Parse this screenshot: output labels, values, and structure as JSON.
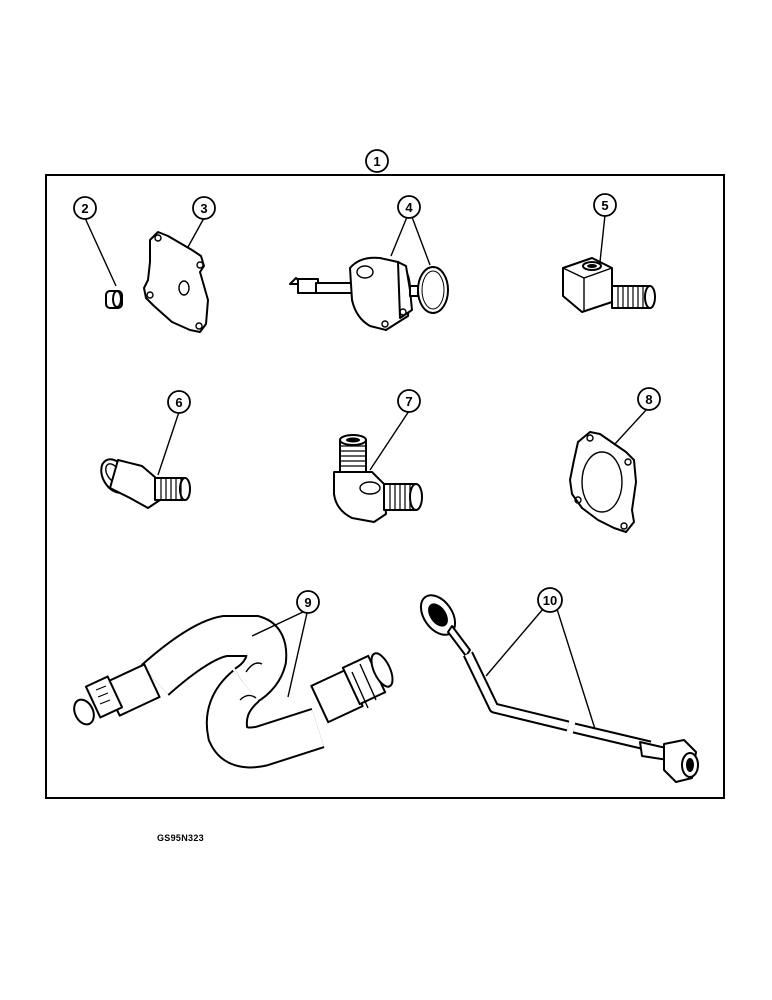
{
  "callouts": [
    {
      "id": "callout-1",
      "label": "1"
    },
    {
      "id": "callout-2",
      "label": "2"
    },
    {
      "id": "callout-3",
      "label": "3"
    },
    {
      "id": "callout-4",
      "label": "4"
    },
    {
      "id": "callout-5",
      "label": "5"
    },
    {
      "id": "callout-6",
      "label": "6"
    },
    {
      "id": "callout-7",
      "label": "7"
    },
    {
      "id": "callout-8",
      "label": "8"
    },
    {
      "id": "callout-9",
      "label": "9"
    },
    {
      "id": "callout-10",
      "label": "10"
    }
  ],
  "figure_code": "GS95N323",
  "colors": {
    "ink": "#000000",
    "paper": "#ffffff"
  }
}
